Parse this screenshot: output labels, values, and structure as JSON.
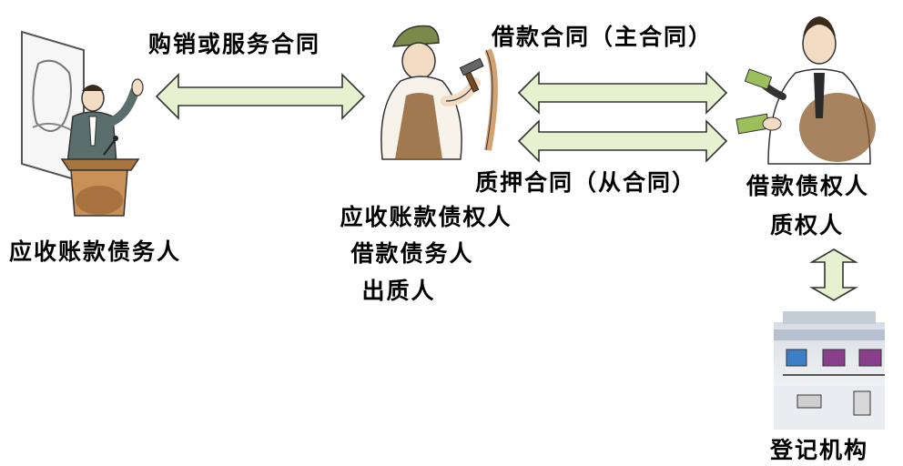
{
  "parties": {
    "debtor": {
      "icon": "speaker-at-podium-icon",
      "label": "应收账款债务人"
    },
    "middle": {
      "icon": "craftsman-with-hammer-icon",
      "lines": [
        "应收账款债权人",
        "借款债务人",
        "出质人"
      ]
    },
    "lender": {
      "icon": "businessman-with-money-icon",
      "lines": [
        "借款债权人",
        "质权人"
      ]
    },
    "registry": {
      "icon": "office-building-icon",
      "label": "登记机构"
    }
  },
  "contracts": {
    "sales": "购销或服务合同",
    "loan": "借款合同（主合同）",
    "pledge": "质押合同（从合同）"
  },
  "colors": {
    "arrow_fill": "#e6f2cf",
    "arrow_stroke": "#333333",
    "skin": "#f3dcc4",
    "suit": "#5a6e6e",
    "brown": "#8a5a2b"
  }
}
